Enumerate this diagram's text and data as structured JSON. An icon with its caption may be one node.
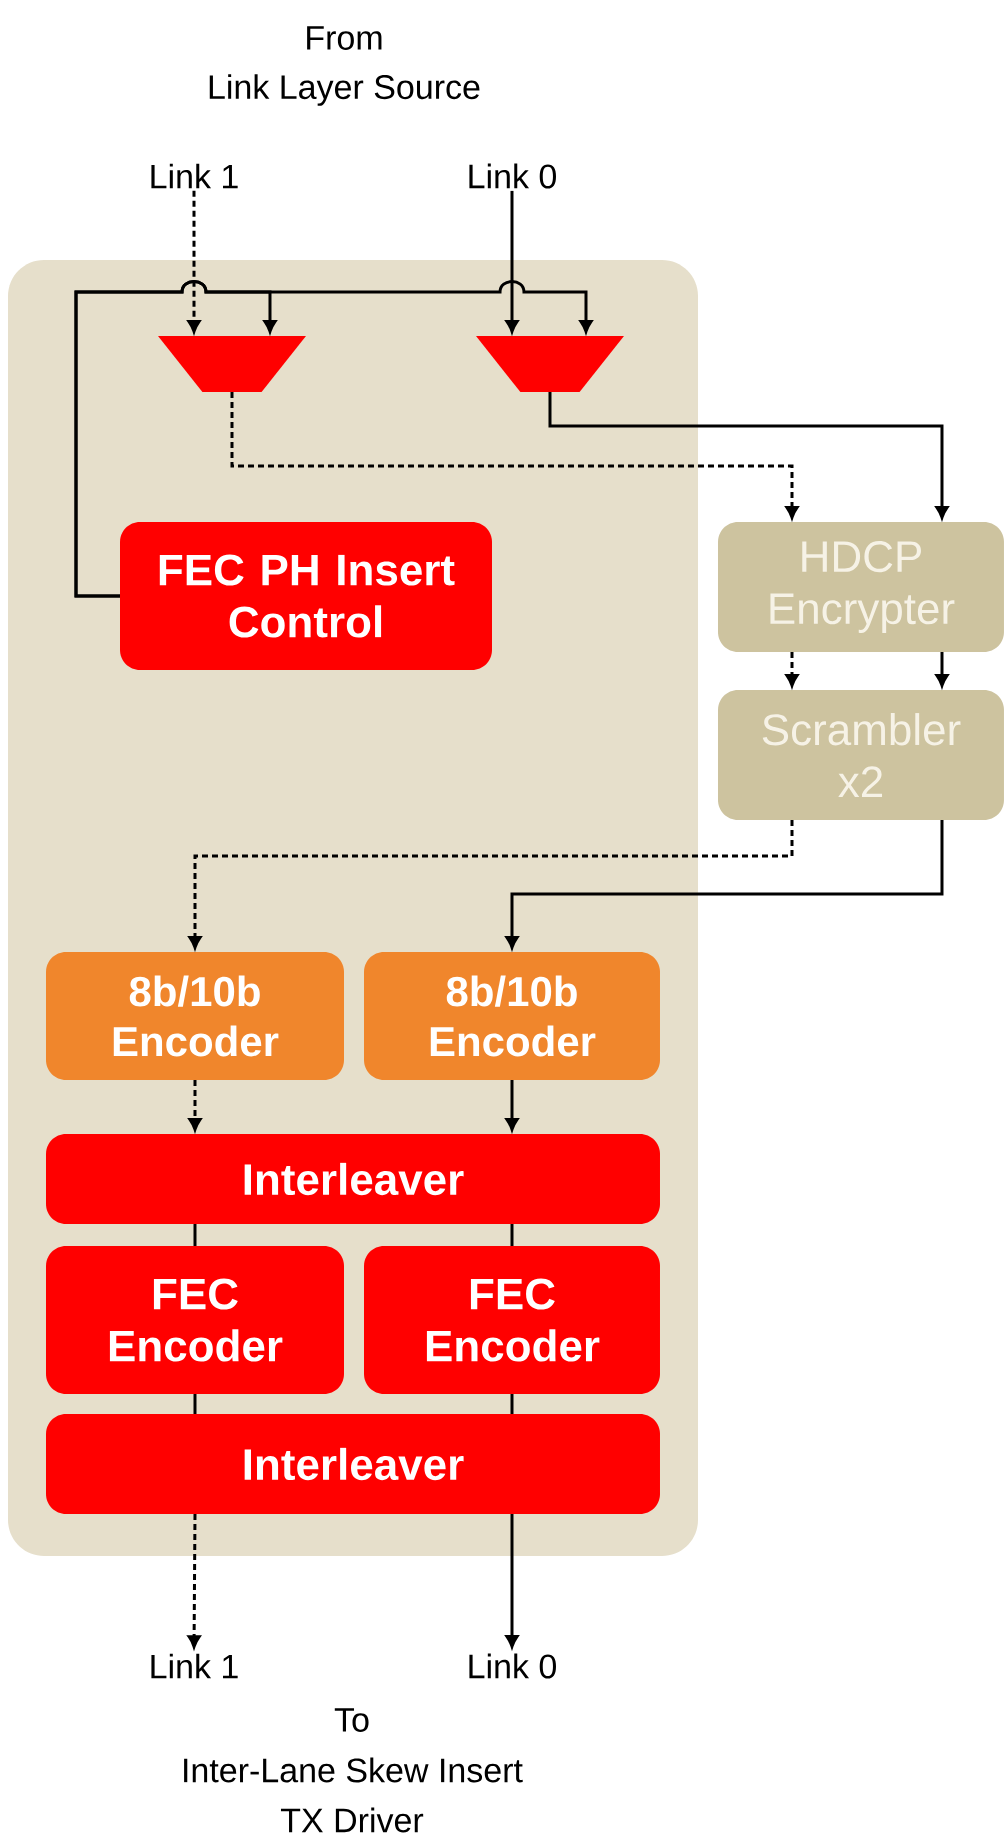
{
  "diagram": {
    "nodes": [
      {
        "text": [],
        "shape": "box"
      },
      {
        "text": [
          "Link 1"
        ]
      },
      {
        "text": [
          "Link 0"
        ]
      },
      {
        "text": [],
        "shape": "trapezoid",
        "in": 0
      },
      {
        "text": [],
        "shape": "trapezoid",
        "in": 0
      },
      {
        "text": [
          "FEC PH Insert Control"
        ],
        "in": 0
      },
      {
        "text": [
          "HDCP Encrypter"
        ]
      },
      {
        "text": [
          "Scrambler x2"
        ]
      },
      {
        "text": [
          "8b/10b Encoder"
        ],
        "in": 0
      },
      {
        "text": [
          "8b/10b Encoder"
        ],
        "in": 0
      },
      {
        "text": [
          "Interleaver"
        ],
        "in": 0
      },
      {
        "text": [
          "FEC Encoder"
        ],
        "in": 0
      },
      {
        "text": [
          "FEC Encoder"
        ],
        "in": 0
      },
      {
        "text": [
          "Interleaver"
        ],
        "in": 0
      },
      {
        "text": [
          "Link 1"
        ]
      },
      {
        "text": [
          "Link 0"
        ]
      }
    ],
    "edges": [
      {
        "from": 1,
        "to": 3,
        "arrow": "to",
        "style": "dashed"
      },
      {
        "from": 2,
        "to": 4,
        "arrow": "to"
      },
      {
        "from": 5,
        "to": 3,
        "arrow": "to"
      },
      {
        "from": 5,
        "to": 4,
        "arrow": "to"
      },
      {
        "from": 3,
        "to": 6,
        "arrow": "to",
        "style": "dashed"
      },
      {
        "from": 4,
        "to": 6,
        "arrow": "to"
      },
      {
        "from": 6,
        "to": 7,
        "arrow": "to",
        "style": "dashed"
      },
      {
        "from": 6,
        "to": 7,
        "arrow": "to"
      },
      {
        "from": 7,
        "to": 8,
        "arrow": "to",
        "style": "dashed"
      },
      {
        "from": 7,
        "to": 9,
        "arrow": "to"
      },
      {
        "from": 8,
        "to": 10,
        "arrow": "to",
        "style": "dashed"
      },
      {
        "from": 9,
        "to": 10,
        "arrow": "to"
      },
      {
        "from": 10,
        "to": 11,
        "arrow": "none"
      },
      {
        "from": 10,
        "to": 12,
        "arrow": "none"
      },
      {
        "from": 11,
        "to": 13,
        "arrow": "none"
      },
      {
        "from": 12,
        "to": 13,
        "arrow": "none"
      },
      {
        "from": 13,
        "to": 14,
        "arrow": "to",
        "style": "dashed"
      },
      {
        "from": 13,
        "to": 15,
        "arrow": "to"
      }
    ],
    "labels": [
      "From",
      "Link Layer Source",
      "To",
      "Inter-Lane Skew Insert",
      "TX Driver"
    ]
  }
}
